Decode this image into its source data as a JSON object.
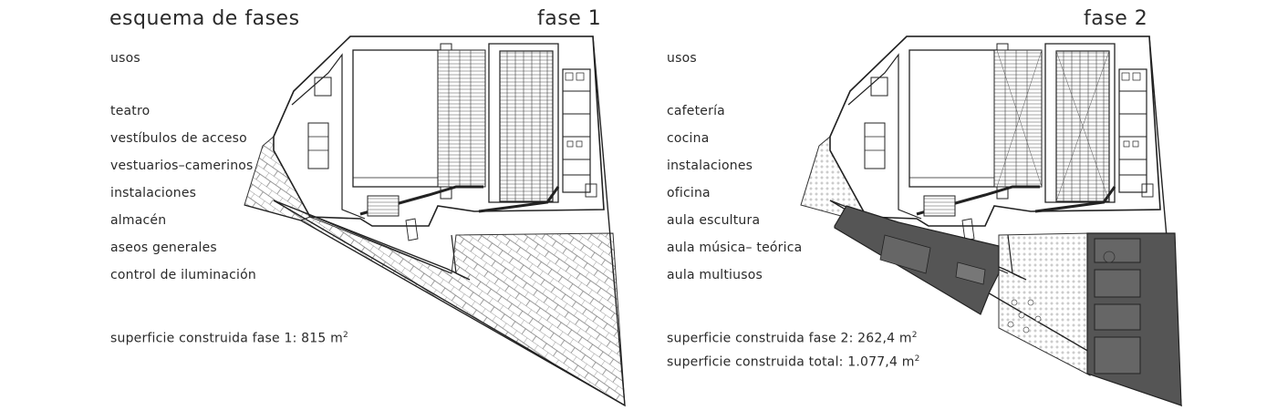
{
  "left_panel": {
    "title": "esquema de fases",
    "phase_label": "fase 1",
    "uses_heading": "usos",
    "uses": [
      "teatro",
      "vestíbulos de acceso",
      "vestuarios–camerinos",
      "instalaciones",
      "almacén",
      "aseos generales",
      "control de iluminación"
    ],
    "area_label": "superficie construida fase 1:  815 m",
    "area_unit_sup": "2"
  },
  "right_panel": {
    "phase_label": "fase 2",
    "uses_heading": "usos",
    "uses": [
      "cafetería",
      "cocina",
      "instalaciones",
      "oficina",
      "aula escultura",
      "aula música– teórica",
      "aula multiusos"
    ],
    "area_label": "superficie construida fase 2:  262,4 m",
    "area_unit_sup": "2",
    "total_label": "superficie construida total:  1.077,4 m",
    "total_unit_sup": "2"
  }
}
